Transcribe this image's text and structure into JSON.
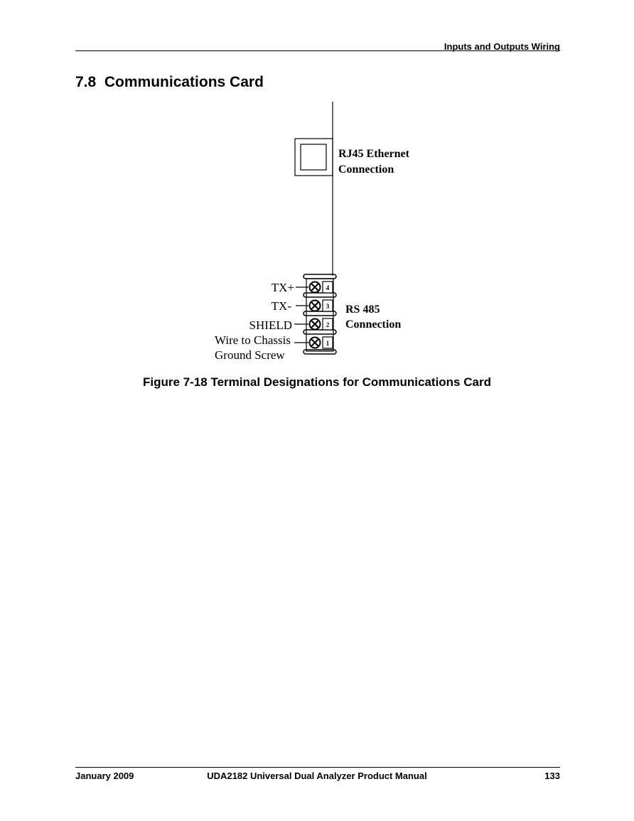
{
  "header": {
    "section": "Inputs and Outputs Wiring"
  },
  "section": {
    "number": "7.8",
    "title": "Communications Card"
  },
  "diagram": {
    "rj45_label": [
      "RJ45 Ethernet",
      "Connection"
    ],
    "rs485_label": [
      "RS 485",
      "Connection"
    ],
    "terminals": [
      {
        "number": "4",
        "label": "TX+"
      },
      {
        "number": "3",
        "label": "TX-"
      },
      {
        "number": "2",
        "label": "SHIELD"
      },
      {
        "number": "1",
        "label": "Wire to Chassis",
        "label_line2": "Ground Screw"
      }
    ]
  },
  "caption": "Figure 7-18 Terminal Designations for Communications Card",
  "footer": {
    "date": "January 2009",
    "title": "UDA2182 Universal Dual Analyzer Product Manual",
    "page": "133"
  }
}
